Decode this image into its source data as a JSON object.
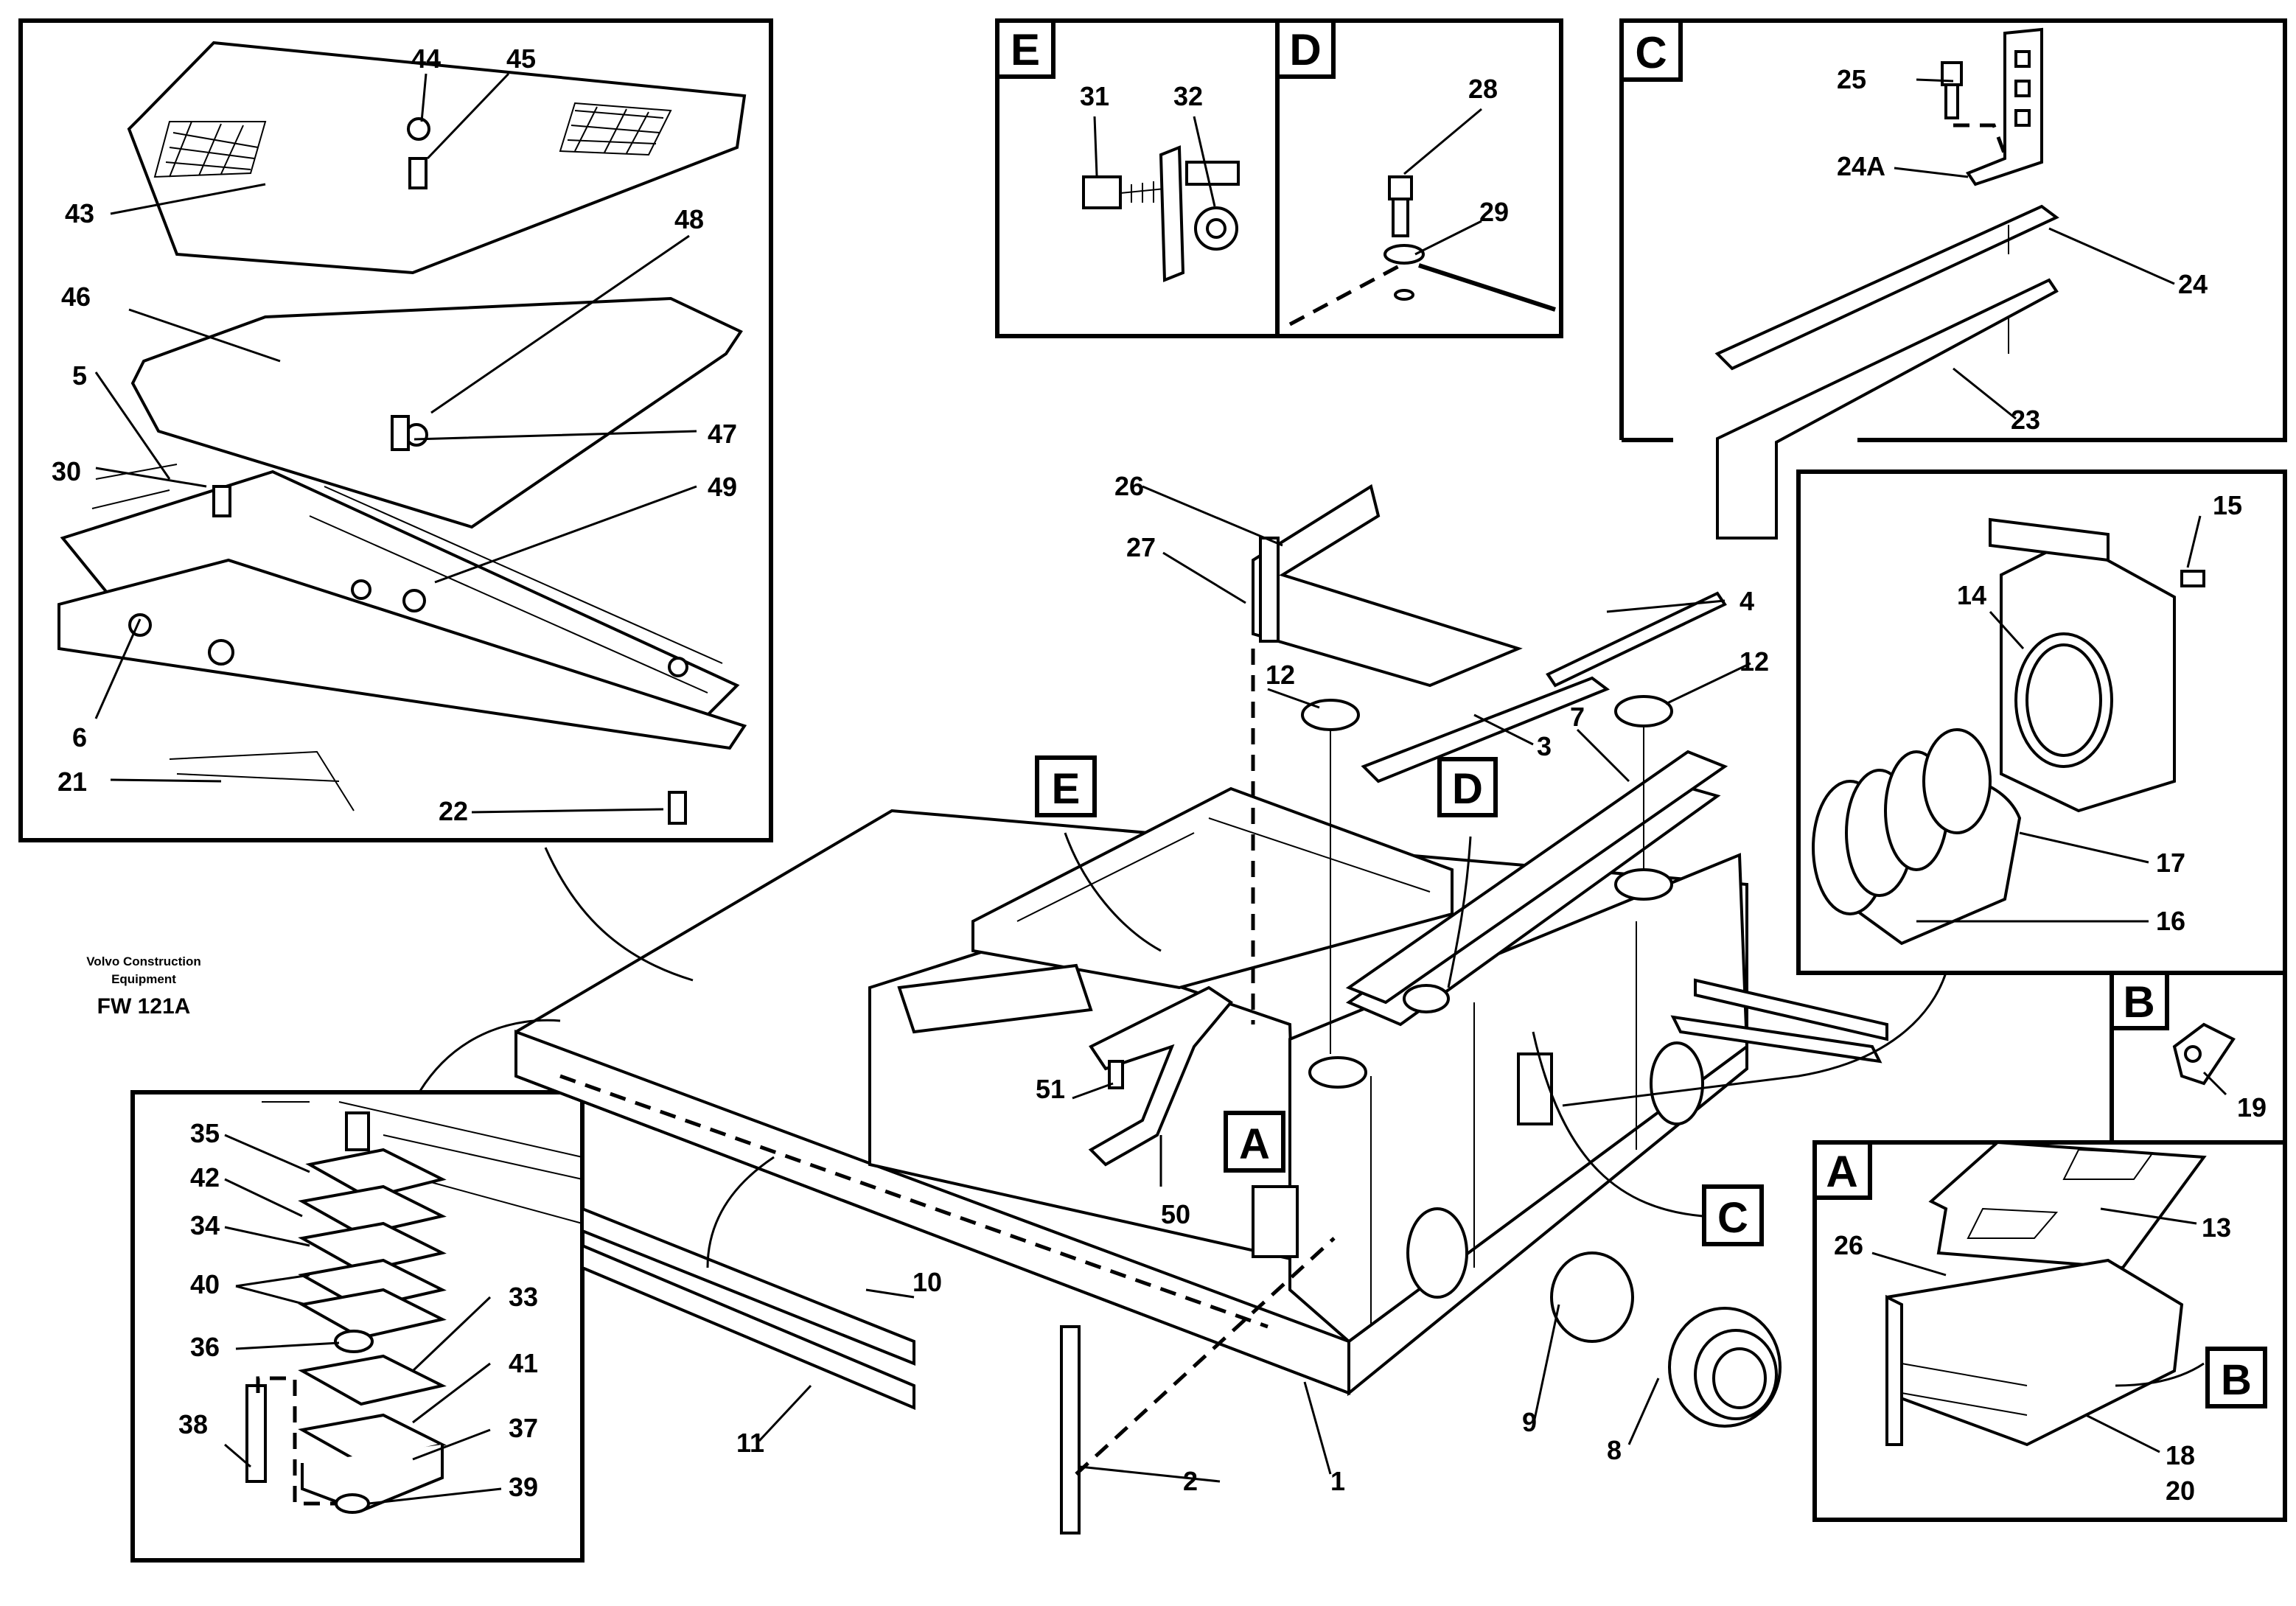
{
  "publisher": {
    "line1": "Volvo Construction",
    "line2": "Equipment",
    "code": "FW 121A"
  },
  "detail_boxes": {
    "E": "E",
    "D": "D",
    "C": "C",
    "B": "B",
    "A": "A"
  },
  "callouts": {
    "E": "E",
    "D": "D",
    "A": "A",
    "C": "C",
    "B": "B"
  },
  "part_labels": {
    "p44": "44",
    "p45": "45",
    "p43": "43",
    "p48": "48",
    "p46": "46",
    "p5": "5",
    "p47": "47",
    "p30": "30",
    "p49": "49",
    "p6": "6",
    "p21": "21",
    "p22": "22",
    "p31": "31",
    "p32": "32",
    "p28": "28",
    "p29": "29",
    "p25": "25",
    "p24A": "24A",
    "p24": "24",
    "p23": "23",
    "p15": "15",
    "p14": "14",
    "p17": "17",
    "p16": "16",
    "p19": "19",
    "p26b": "26",
    "p13": "13",
    "p18": "18",
    "p20": "20",
    "p26": "26",
    "p27": "27",
    "p4": "4",
    "p12a": "12",
    "p12b": "12",
    "p3": "3",
    "p7": "7",
    "p51": "51",
    "p50": "50",
    "p35": "35",
    "p42": "42",
    "p34": "34",
    "p40": "40",
    "p36": "36",
    "p33": "33",
    "p41": "41",
    "p38": "38",
    "p37": "37",
    "p39": "39",
    "p10": "10",
    "p11": "11",
    "p2": "2",
    "p1": "1",
    "p9": "9",
    "p8": "8"
  }
}
